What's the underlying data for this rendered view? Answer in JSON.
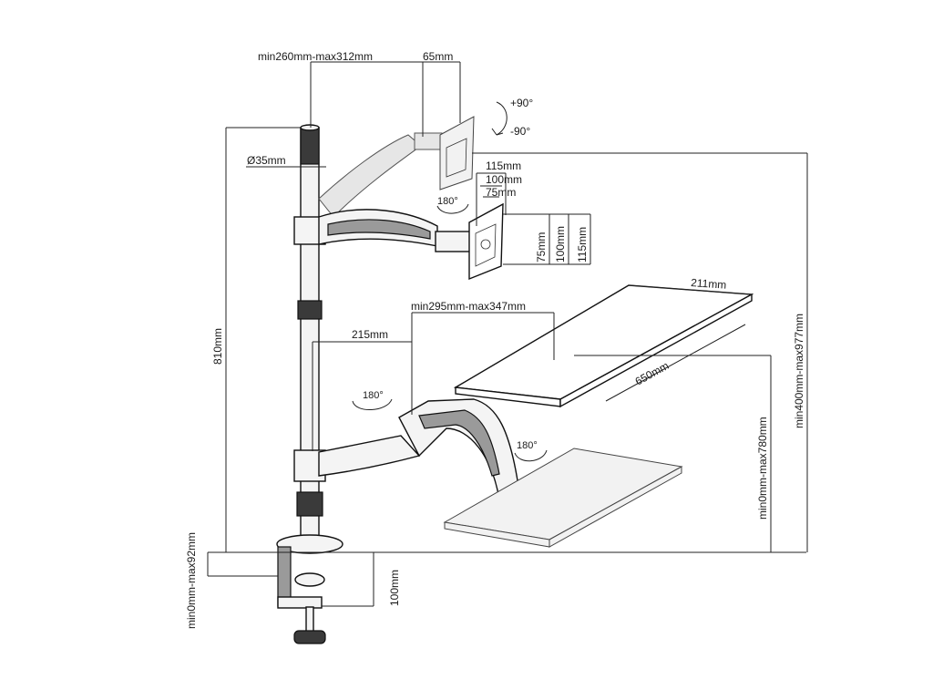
{
  "labels": {
    "arm_reach": "min260mm-max312mm",
    "head_depth": "65mm",
    "tilt_up": "+90°",
    "tilt_down": "-90°",
    "pole_diameter": "Ø35mm",
    "rotate_monitor": "180°",
    "vesa_115_h": "115mm",
    "vesa_100_h": "100mm",
    "vesa_75_h": "75mm",
    "vesa_75_v": "75mm",
    "vesa_100_v": "100mm",
    "vesa_115_v": "115mm",
    "pole_height": "810mm",
    "tray_depth": "211mm",
    "tray_reach": "min295mm-max347mm",
    "tray_arm": "215mm",
    "tray_width": "650mm",
    "rotate_tray_arm": "180°",
    "rotate_tray": "180°",
    "tray_height": "min0mm-max780mm",
    "monitor_height": "min400mm-max977mm",
    "clamp_range": "min0mm-max92mm",
    "clamp_depth": "100mm"
  }
}
